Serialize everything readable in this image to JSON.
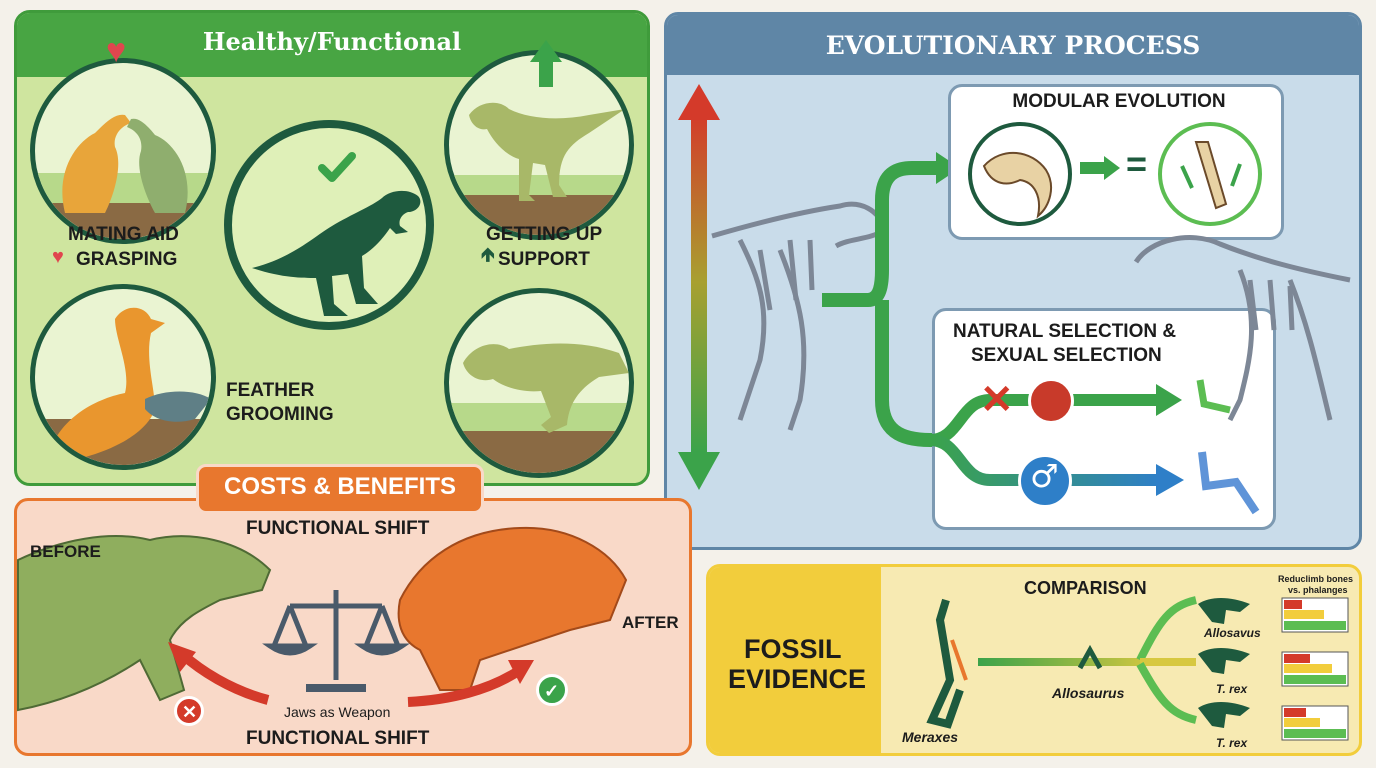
{
  "healthy": {
    "title": "Healthy/Functional",
    "items": [
      {
        "line1": "MATING AID",
        "line2": "GRASPING"
      },
      {
        "line1": "GETTING UP",
        "line2": "SUPPORT"
      },
      {
        "line1": "FEATHER",
        "line2": "GROOMING"
      }
    ]
  },
  "evolution": {
    "title": "EVOLUTIONARY PROCESS",
    "modular_title": "MODULAR EVOLUTION",
    "selection_title_1": "NATURAL SELECTION &",
    "selection_title_2": "SEXUAL SELECTION"
  },
  "costs": {
    "title": "COSTS & BENEFITS",
    "before": "BEFORE",
    "after": "AFTER",
    "shift_top": "FUNCTIONAL SHIFT",
    "shift_bottom": "FUNCTIONAL SHIFT",
    "jaws": "Jaws as Weapon"
  },
  "fossil": {
    "title_1": "FOSSIL",
    "title_2": "EVIDENCE",
    "comparison": "COMPARISON",
    "chart_title_1": "Reduclimb bones",
    "chart_title_2": "vs. phalanges",
    "meraxes": "Meraxes",
    "allosaurus": "Allosaurus",
    "species": [
      "Allosavus",
      "T. rex",
      "T. rex"
    ]
  },
  "colors": {
    "green_panel": "#cfe59f",
    "green_border": "#3f9b3b",
    "blue_panel": "#c9dcea",
    "blue_header": "#5f86a6",
    "orange_panel": "#f9d9c8",
    "orange_banner": "#e8772e",
    "yellow_panel": "#f7eab2",
    "yellow_header": "#f2cd3c",
    "dark_green": "#1e5a3e"
  }
}
